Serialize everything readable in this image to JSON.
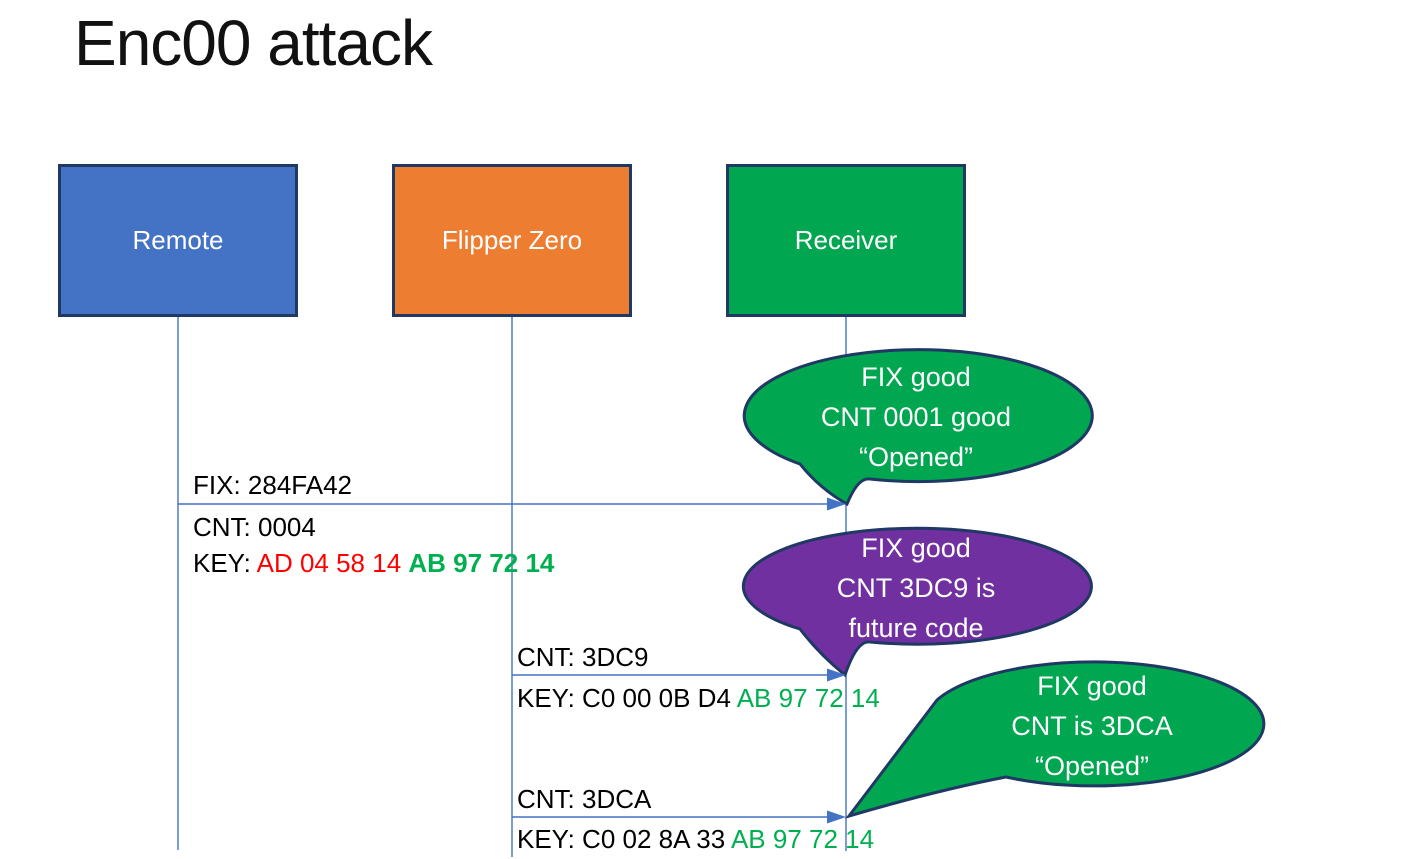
{
  "title": "Enc00 attack",
  "actors": [
    {
      "id": "remote",
      "label": "Remote",
      "fill": "#4472C4"
    },
    {
      "id": "flipper",
      "label": "Flipper Zero",
      "fill": "#ED7D31"
    },
    {
      "id": "receiver",
      "label": "Receiver",
      "fill": "#00A650"
    }
  ],
  "messages": [
    {
      "from": "Remote",
      "to": "Receiver",
      "line_above": "FIX: 284FA42",
      "line_below": "CNT: 0004",
      "key_prefix": "KEY: ",
      "key_red": "AD 04 58 14 ",
      "key_green": "AB 97 72 14"
    },
    {
      "from": "Flipper Zero",
      "to": "Receiver",
      "line_above": "CNT: 3DC9",
      "key_prefix": "KEY: C0 00 0B D4 ",
      "key_green": "AB 97 72 14"
    },
    {
      "from": "Flipper Zero",
      "to": "Receiver",
      "line_above": "CNT: 3DCA",
      "key_prefix": "KEY: C0 02 8A 33 ",
      "key_green": "AB 97 72 14"
    }
  ],
  "callouts": [
    {
      "color": "green",
      "lines": [
        "FIX good",
        "CNT 0001 good",
        "“Opened”"
      ]
    },
    {
      "color": "purple",
      "lines": [
        "FIX good",
        "CNT 3DC9 is",
        "future code"
      ]
    },
    {
      "color": "green",
      "lines": [
        "FIX good",
        "CNT is 3DCA",
        "“Opened”"
      ]
    }
  ],
  "colors": {
    "remote_fill": "#4472C4",
    "flipper_fill": "#ED7D31",
    "receiver_fill": "#00A650",
    "callout_green": "#00A650",
    "callout_purple": "#7030A0",
    "shape_border": "#1F3864",
    "connector_blue": "#4472C4",
    "key_red_text": "#FF0000",
    "key_green_text": "#00B050",
    "title_text": "#111111",
    "label_text": "#FFFFFF"
  }
}
